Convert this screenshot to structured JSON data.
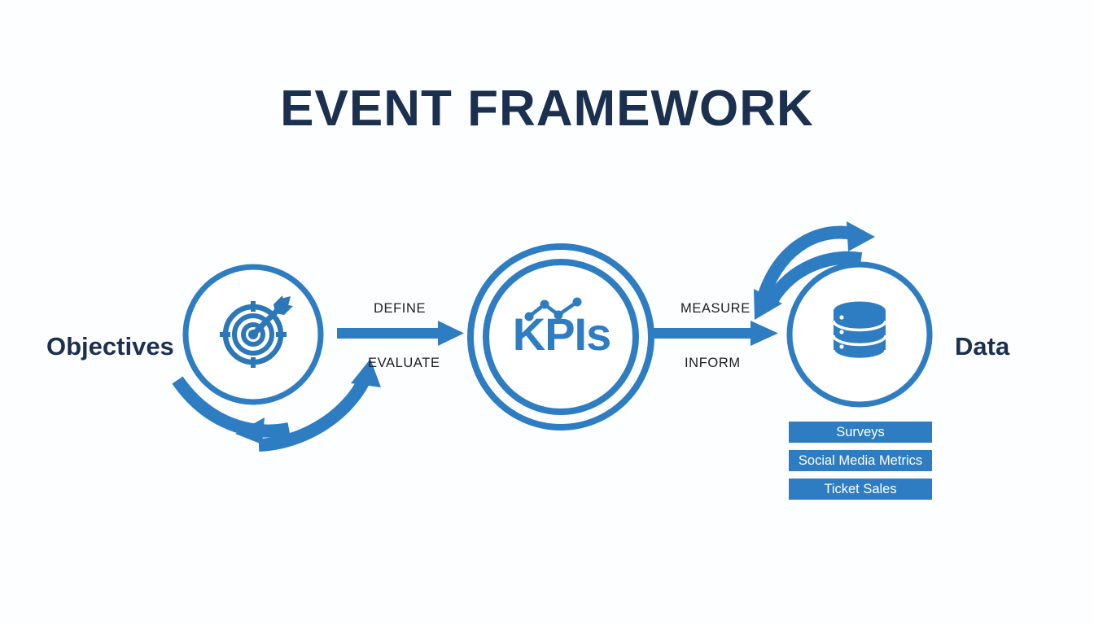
{
  "page": {
    "title": "EVENT FRAMEWORK",
    "background_color": "#fdfeff",
    "accent_color": "#2e7dc2",
    "text_color": "#1b2f4e"
  },
  "nodes": {
    "objectives": {
      "label": "Objectives",
      "icon": "target-arrow-icon"
    },
    "kpis": {
      "label": "KPIs",
      "icon": "line-chart-icon"
    },
    "data": {
      "label": "Data",
      "icon": "database-icon"
    }
  },
  "connectors": {
    "define": "DEFINE",
    "evaluate": "EVALUATE",
    "measure": "MEASURE",
    "inform": "INFORM"
  },
  "data_sources": [
    {
      "label": "Surveys"
    },
    {
      "label": "Social Media Metrics"
    },
    {
      "label": "Ticket Sales"
    }
  ]
}
